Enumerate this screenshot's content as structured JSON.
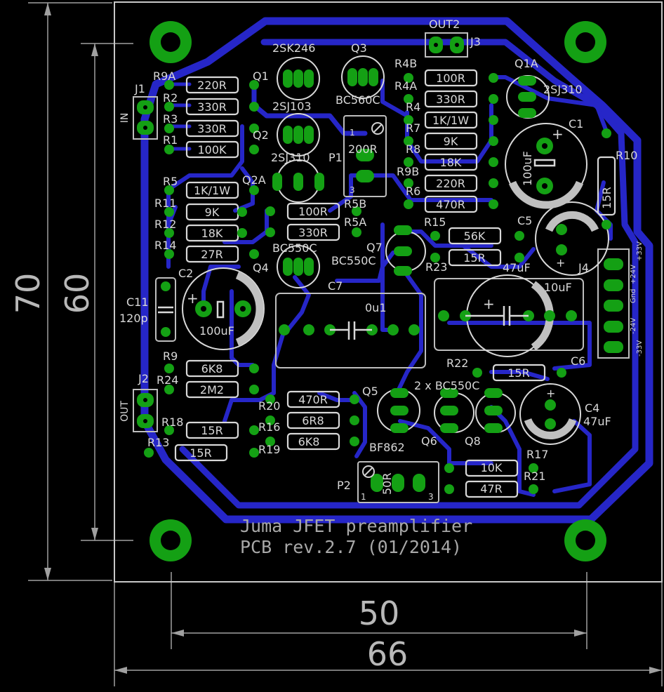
{
  "board": {
    "title_line1": "Juma JFET preamplifier",
    "title_line2": "PCB rev.2.7 (01/2014)",
    "colors": {
      "background": "#000000",
      "trace": "#2626c8",
      "pad": "#14a014",
      "silkscreen": "#d8d8d8",
      "dimension": "#b8b8b8"
    }
  },
  "dimensions": {
    "outer_height": "70",
    "inner_height": "60",
    "inner_width": "50",
    "outer_width": "66"
  },
  "connectors": {
    "j1": "J1",
    "j1_in": "IN",
    "j2": "J2",
    "j2_out": "OUT",
    "j3": "J3",
    "j3_out": "OUT2",
    "j4": "J4",
    "j4_pins": [
      "+33V",
      "+24V",
      "Gnd",
      "-24V",
      "-33V"
    ]
  },
  "resistors": [
    {
      "ref": "R9A",
      "value": "220R"
    },
    {
      "ref": "R2",
      "value": "330R"
    },
    {
      "ref": "R3",
      "value": "330R"
    },
    {
      "ref": "R1",
      "value": "100K"
    },
    {
      "ref": "R5",
      "value": "1K/1W"
    },
    {
      "ref": "R11",
      "value": "9K"
    },
    {
      "ref": "R12",
      "value": "18K"
    },
    {
      "ref": "R14",
      "value": "27R"
    },
    {
      "ref": "R5B",
      "value": "100R"
    },
    {
      "ref": "R5A",
      "value": "330R"
    },
    {
      "ref": "R4B",
      "value": "100R"
    },
    {
      "ref": "R4A",
      "value": "330R"
    },
    {
      "ref": "R4",
      "value": "1K/1W"
    },
    {
      "ref": "R7",
      "value": "9K"
    },
    {
      "ref": "R8",
      "value": "18K"
    },
    {
      "ref": "R9B",
      "value": "220R"
    },
    {
      "ref": "R6",
      "value": "470R"
    },
    {
      "ref": "R15",
      "value": "56K"
    },
    {
      "ref": "R23",
      "value": "15R"
    },
    {
      "ref": "R10",
      "value": "15R"
    },
    {
      "ref": "R9",
      "value": "6K8"
    },
    {
      "ref": "R24",
      "value": "2M2"
    },
    {
      "ref": "R18",
      "value": "15R"
    },
    {
      "ref": "R13",
      "value": "15R"
    },
    {
      "ref": "R20",
      "value": "470R"
    },
    {
      "ref": "R16",
      "value": "6R8"
    },
    {
      "ref": "R19",
      "value": "6K8"
    },
    {
      "ref": "R22",
      "value": "15R"
    },
    {
      "ref": "R17",
      "value": "10K"
    },
    {
      "ref": "R21",
      "value": "47R"
    }
  ],
  "transistors": [
    {
      "ref": "Q1",
      "part": "2SK246"
    },
    {
      "ref": "Q3",
      "part": "BC560C"
    },
    {
      "ref": "Q2",
      "part": "2SJ103"
    },
    {
      "ref": "Q2A",
      "part": "2SJ310"
    },
    {
      "ref": "Q1A",
      "part": "2SJ310"
    },
    {
      "ref": "Q4",
      "part": "BC550C"
    },
    {
      "ref": "Q7",
      "part": "BC550C"
    },
    {
      "ref": "Q5",
      "part": "BF862"
    },
    {
      "ref": "Q6",
      "part": ""
    },
    {
      "ref": "Q8",
      "part": ""
    },
    {
      "ref": "Q6Q8_note",
      "part": "2 x BC550C"
    }
  ],
  "capacitors": [
    {
      "ref": "C1",
      "value": "100uF"
    },
    {
      "ref": "C2",
      "value": "100uF"
    },
    {
      "ref": "C4",
      "value": "47uF"
    },
    {
      "ref": "C5",
      "value": "47uF"
    },
    {
      "ref": "C6",
      "value": "10uF"
    },
    {
      "ref": "C7",
      "value": "0u1"
    },
    {
      "ref": "C11",
      "value": "120p"
    }
  ],
  "pots": [
    {
      "ref": "P1",
      "value": "200R",
      "pin1": "1",
      "pin3": "3"
    },
    {
      "ref": "P2",
      "value": "50R",
      "pin1": "1",
      "pin3": "3"
    }
  ]
}
